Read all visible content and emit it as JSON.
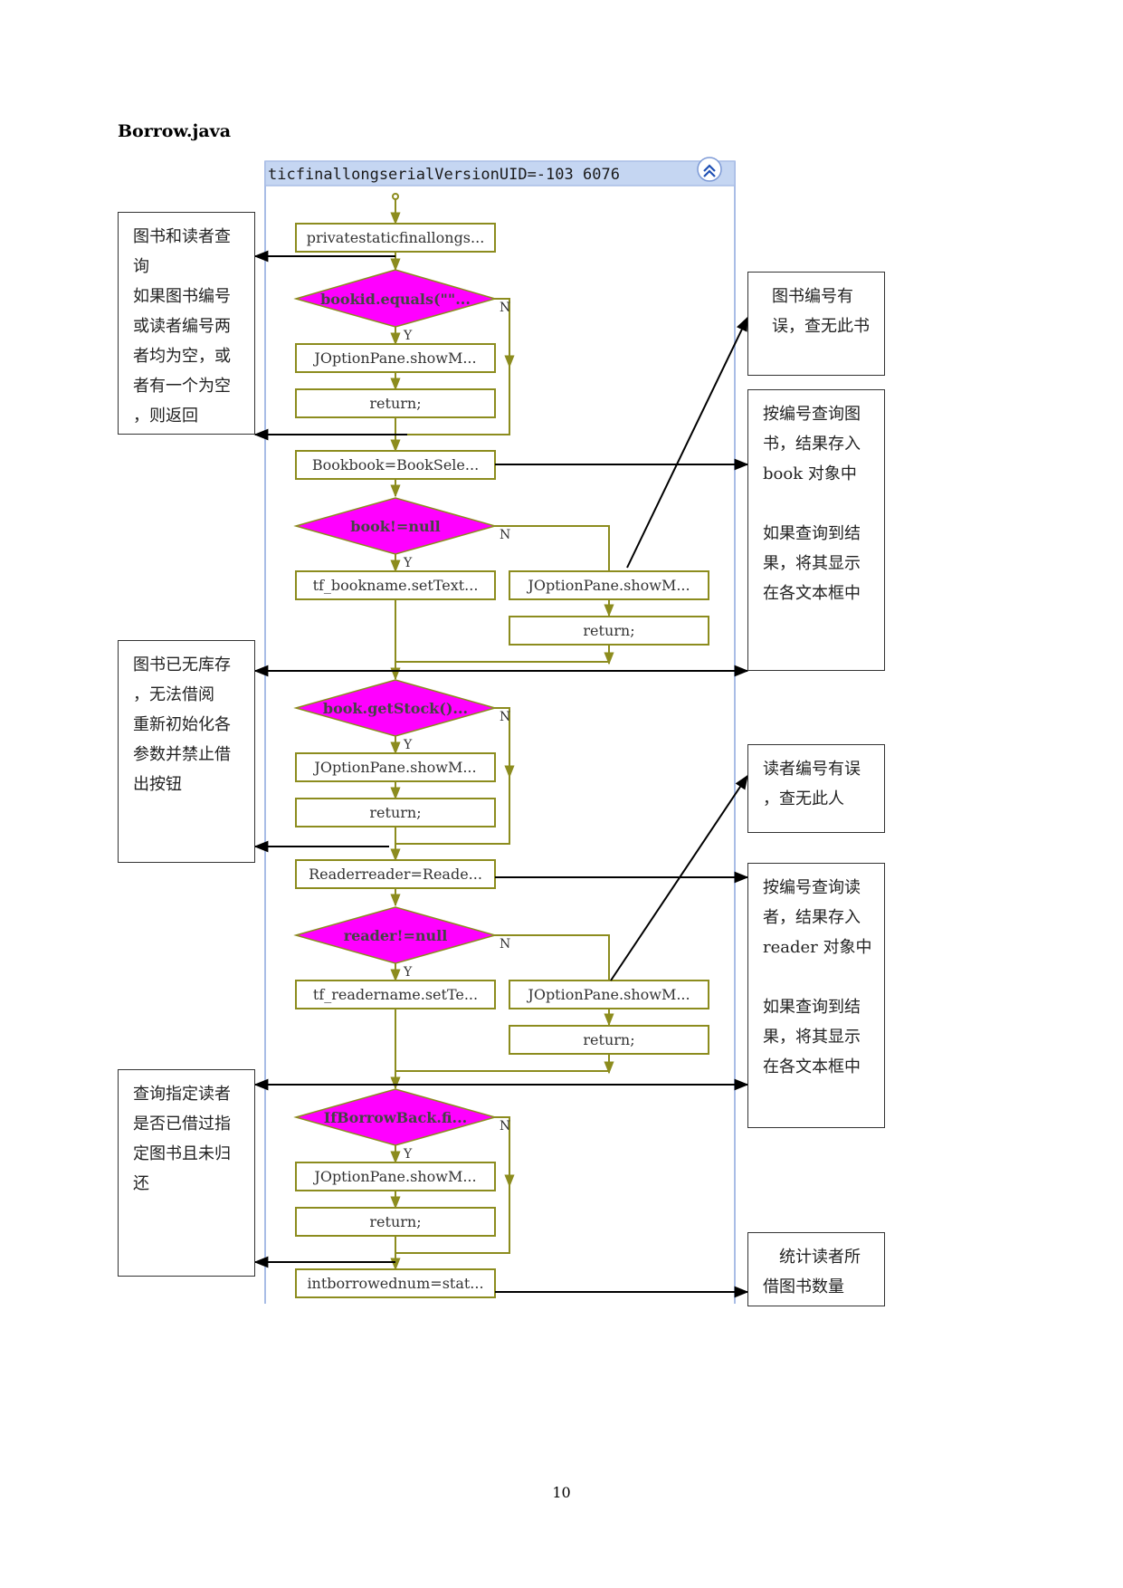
{
  "page": {
    "title": "Borrow.java",
    "page_number": "10"
  },
  "flowchart": {
    "header_text": "ticfinallongserialVersionUID=-103 6076",
    "header_icon": "double-chevron-up-icon",
    "steps": {
      "s1": "privatestaticfinallongs...",
      "d1": "bookid.equals(\"\"...",
      "s2": "JOptionPane.showM...",
      "s3": "return;",
      "s4": "Bookbook=BookSele...",
      "d2": "book!=null",
      "s5": "tf_bookname.setText...",
      "s6": "JOptionPane.showM...",
      "s7": "return;",
      "d3": "book.getStock()...",
      "s8": "JOptionPane.showM...",
      "s9": "return;",
      "s10": "Readerreader=Reade...",
      "d4": "reader!=null",
      "s11": "tf_readername.setTe...",
      "s12": "JOptionPane.showM...",
      "s13": "return;",
      "d5": "IfBorrowBack.fi...",
      "s14": "JOptionPane.showM...",
      "s15": "return;",
      "s16": "intborrowednum=stat..."
    },
    "branch_labels": {
      "yes": "Y",
      "no": "N"
    },
    "colors": {
      "process_border": "#8c8c1e",
      "decision_fill": "#ff00ff",
      "connector": "#8c8c1e",
      "frame": "#a9bde6",
      "header_bg": "#c5d6f2",
      "annotation_arrow": "#000000"
    }
  },
  "annotations": {
    "left": [
      {
        "lines": [
          "图书和读者查",
          "询",
          "如果图书编号",
          "或读者编号两",
          "者均为空，或",
          "者有一个为空",
          "，则返回"
        ]
      },
      {
        "lines": [
          "图书已无库存",
          "，无法借阅",
          "重新初始化各",
          "参数并禁止借",
          "出按钮"
        ]
      },
      {
        "lines": [
          "查询指定读者",
          "是否已借过指",
          "定图书且未归",
          "还"
        ]
      }
    ],
    "right": [
      {
        "lines": [
          "图书编号有",
          "误，查无此书"
        ]
      },
      {
        "lines": [
          "按编号查询图",
          "书，结果存入",
          "book 对象中",
          "",
          "如果查询到结",
          "果，将其显示",
          "在各文本框中"
        ]
      },
      {
        "lines": [
          "读者编号有误",
          "，查无此人"
        ]
      },
      {
        "lines": [
          "按编号查询读",
          "者，结果存入",
          "reader 对象中",
          "",
          "如果查询到结",
          "果，将其显示",
          "在各文本框中"
        ]
      },
      {
        "lines": [
          "统计读者所",
          "借图书数量"
        ]
      }
    ]
  }
}
